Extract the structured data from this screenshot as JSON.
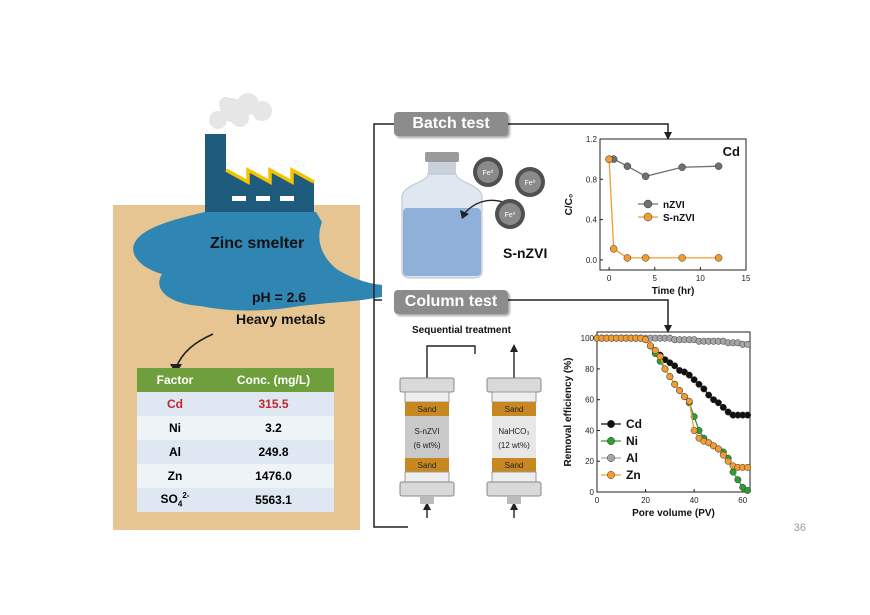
{
  "factory_label": "Zinc smelter",
  "water_labels": {
    "ph": "pH = 2.6",
    "metals": "Heavy metals"
  },
  "table": {
    "headers": [
      "Factor",
      "Conc. (mg/L)"
    ],
    "rows": [
      {
        "factor": "Cd",
        "conc": "315.5",
        "highlight": true
      },
      {
        "factor": "Ni",
        "conc": "3.2"
      },
      {
        "factor": "Al",
        "conc": "249.8"
      },
      {
        "factor": "Zn",
        "conc": "1476.0"
      },
      {
        "factor": "SO",
        "sub": "4",
        "sup": "2-",
        "conc": "5563.1"
      }
    ]
  },
  "batch": {
    "pill_label": "Batch test",
    "particle_label": "Fe⁰",
    "product_label": "S-nZVI"
  },
  "column": {
    "pill_label": "Column test",
    "sequential_label": "Sequential treatment",
    "col1": {
      "top": "Sand",
      "mid1": "S-nZVI",
      "mid2": "(6 wt%)",
      "bot": "Sand"
    },
    "col2": {
      "top": "Sand",
      "mid1": "NaHCO₃",
      "mid2": "(12 wt%)",
      "bot": "Sand"
    }
  },
  "chart_data": [
    {
      "type": "line",
      "title": "Cd",
      "xlabel": "Time (hr)",
      "ylabel": "C/C₀",
      "xlim": [
        -1,
        15
      ],
      "ylim": [
        -0.1,
        1.2
      ],
      "xticks": [
        0,
        5,
        10,
        15
      ],
      "yticks": [
        0.0,
        0.4,
        0.8,
        1.2
      ],
      "legend_position": "center-right",
      "series": [
        {
          "name": "nZVI",
          "color": "#707070",
          "x": [
            0,
            0.5,
            2,
            4,
            8,
            12
          ],
          "y": [
            1.0,
            1.0,
            0.93,
            0.83,
            0.92,
            0.93
          ]
        },
        {
          "name": "S-nZVI",
          "color": "#f39c32",
          "x": [
            0,
            0.5,
            2,
            4,
            8,
            12
          ],
          "y": [
            1.0,
            0.11,
            0.02,
            0.02,
            0.02,
            0.02
          ]
        }
      ]
    },
    {
      "type": "line",
      "xlabel": "Pore volume (PV)",
      "ylabel": "Removal efficiency (%)",
      "xlim": [
        0,
        63
      ],
      "ylim": [
        0,
        104
      ],
      "xticks": [
        0,
        20,
        40,
        60
      ],
      "yticks": [
        0,
        20,
        40,
        60,
        80,
        100
      ],
      "legend_position": "bottom-left",
      "series": [
        {
          "name": "Cd",
          "color": "#111111",
          "x": [
            0,
            2,
            4,
            6,
            8,
            10,
            12,
            14,
            16,
            18,
            20,
            22,
            24,
            26,
            28,
            30,
            32,
            34,
            36,
            38,
            40,
            42,
            44,
            46,
            48,
            50,
            52,
            54,
            56,
            58,
            60,
            62
          ],
          "y": [
            100,
            100,
            100,
            100,
            100,
            100,
            100,
            100,
            100,
            100,
            99,
            95,
            92,
            89,
            86,
            84,
            82,
            79,
            78,
            76,
            73,
            70,
            67,
            63,
            60,
            58,
            55,
            52,
            50,
            50,
            50,
            50
          ]
        },
        {
          "name": "Ni",
          "color": "#2e9d32",
          "x": [
            0,
            2,
            4,
            6,
            8,
            10,
            12,
            14,
            16,
            18,
            20,
            22,
            24,
            26,
            28,
            30,
            32,
            34,
            36,
            38,
            40,
            42,
            44,
            46,
            48,
            50,
            52,
            54,
            56,
            58,
            60,
            62
          ],
          "y": [
            100,
            100,
            100,
            100,
            100,
            100,
            100,
            100,
            100,
            100,
            99,
            95,
            90,
            85,
            80,
            75,
            70,
            66,
            62,
            58,
            49,
            40,
            35,
            32,
            30,
            28,
            26,
            22,
            13,
            8,
            3,
            1
          ]
        },
        {
          "name": "Al",
          "color": "#a6a6a6",
          "x": [
            0,
            2,
            4,
            6,
            8,
            10,
            12,
            14,
            16,
            18,
            20,
            22,
            24,
            26,
            28,
            30,
            32,
            34,
            36,
            38,
            40,
            42,
            44,
            46,
            48,
            50,
            52,
            54,
            56,
            58,
            60,
            62
          ],
          "y": [
            100,
            100,
            100,
            100,
            100,
            100,
            100,
            100,
            100,
            100,
            100,
            100,
            100,
            100,
            100,
            100,
            99,
            99,
            99,
            99,
            99,
            98,
            98,
            98,
            98,
            98,
            98,
            97,
            97,
            97,
            96,
            96
          ]
        },
        {
          "name": "Zn",
          "color": "#f39c32",
          "x": [
            0,
            2,
            4,
            6,
            8,
            10,
            12,
            14,
            16,
            18,
            20,
            22,
            24,
            26,
            28,
            30,
            32,
            34,
            36,
            38,
            40,
            42,
            44,
            46,
            48,
            50,
            52,
            54,
            56,
            58,
            60,
            62
          ],
          "y": [
            100,
            100,
            100,
            100,
            100,
            100,
            100,
            100,
            100,
            100,
            99,
            95,
            92,
            88,
            80,
            75,
            70,
            66,
            62,
            59,
            40,
            35,
            33,
            32,
            30,
            28,
            24,
            20,
            17,
            16,
            16,
            16
          ]
        }
      ]
    }
  ],
  "page_number": "36"
}
